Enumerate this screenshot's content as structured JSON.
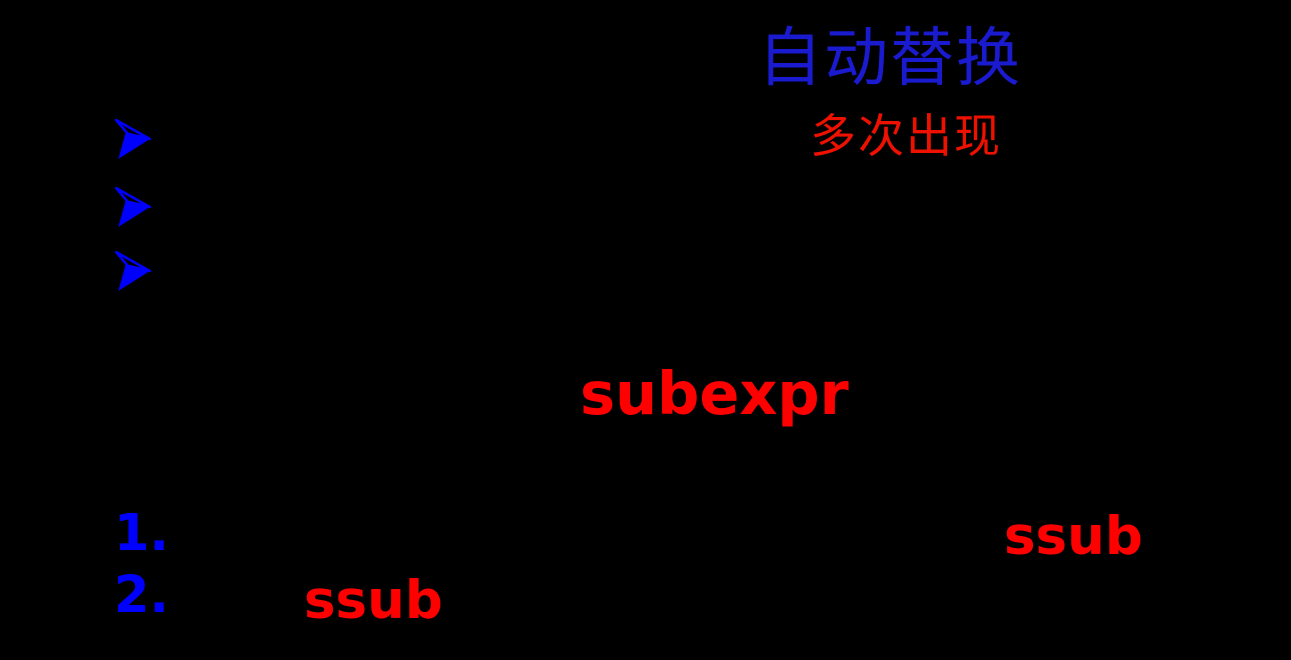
{
  "slide": {
    "background_color": "#000000",
    "title": {
      "text": "自动替换",
      "color": "#1a1ace"
    },
    "subtitle": {
      "text": "多次出现",
      "color": "#ee1100"
    },
    "bullet_arrows": {
      "icon": "arrowhead-right-icon",
      "color": "#0000ff",
      "count": 3
    },
    "command_highlight": {
      "text": "subexpr",
      "color": "#ff0000"
    },
    "numbered_list": {
      "number_color": "#0000ff",
      "keyword_color": "#ff0000",
      "items": [
        {
          "number": "1.",
          "keyword": "ssub"
        },
        {
          "number": "2.",
          "keyword": "ssub"
        }
      ]
    }
  }
}
